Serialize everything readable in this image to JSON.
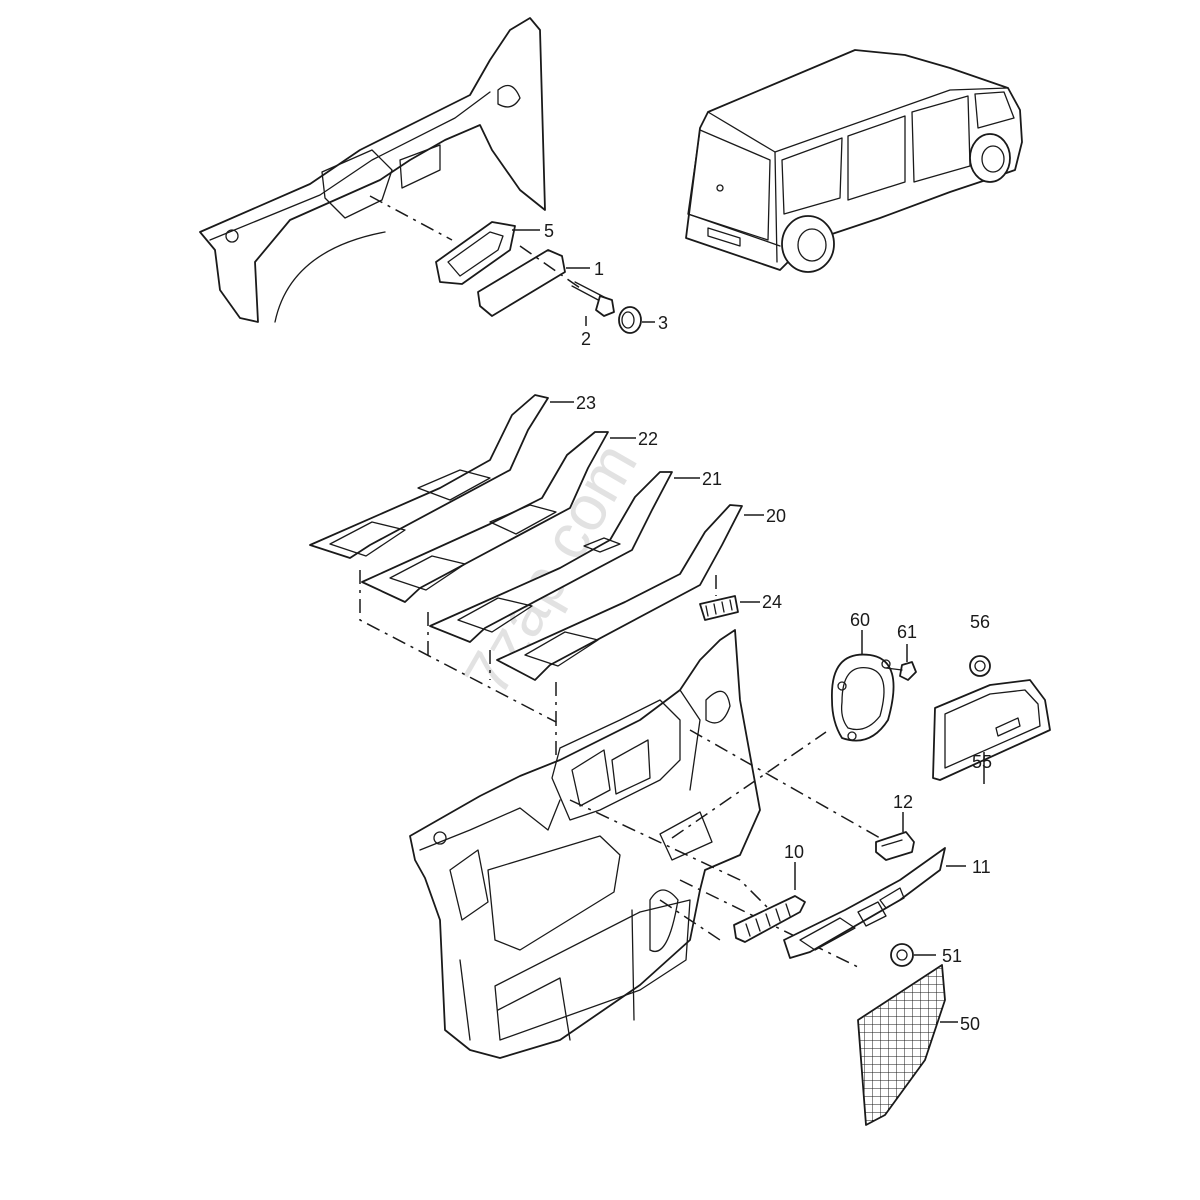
{
  "watermark": "7zap.com",
  "callouts": {
    "c1": "1",
    "c2": "2",
    "c3": "3",
    "c5": "5",
    "c10": "10",
    "c11": "11",
    "c12": "12",
    "c20": "20",
    "c21": "21",
    "c22": "22",
    "c23": "23",
    "c24": "24",
    "c50": "50",
    "c51": "51",
    "c55": "55",
    "c56": "56",
    "c60": "60",
    "c61": "61"
  }
}
